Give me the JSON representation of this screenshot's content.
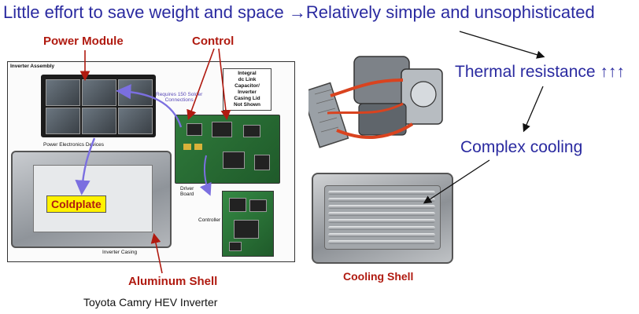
{
  "headline": "Little effort to save weight and space →Relatively simple  and unsophisticated",
  "right_notes": {
    "thermal_resistance": "Thermal resistance ↑↑↑",
    "complex_cooling": "Complex cooling"
  },
  "labels": {
    "power_module": "Power Module",
    "control": "Control",
    "coldplate": "Coldplate",
    "aluminum_shell": "Aluminum Shell",
    "cooling_shell": "Cooling Shell"
  },
  "caption": "Toyota Camry HEV Inverter",
  "inverter_figure": {
    "title": "Inverter Assembly",
    "power_electronics_devices": "Power Electronics Devices",
    "requires_connections": "Requires 150 Solder\nConnections",
    "callout": "Integral\ndc Link\nCapacitor/\nInverter\nCasing Lid\nNot Shown",
    "driver_board": "Driver\nBoard",
    "controller": "Controller",
    "inverter_casing": "Inverter Casing"
  },
  "colors": {
    "headline_blue": "#2a2aa0",
    "label_red": "#b01a10",
    "coldplate_highlight": "#fff200",
    "arrow_purple": "#7b6fe0",
    "arrow_red": "#c0392b"
  }
}
